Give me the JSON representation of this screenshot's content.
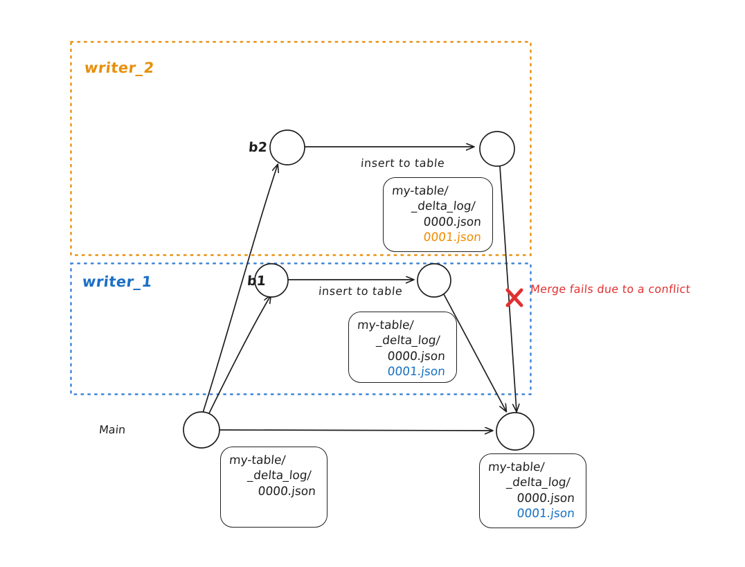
{
  "diagram": {
    "title_regions": [
      {
        "name": "writer_2",
        "label": "writer_2",
        "color": "#e8900c"
      },
      {
        "name": "writer_1",
        "label": "writer_1",
        "color": "#1b6fc4"
      }
    ],
    "branch_labels": {
      "b2": "b2",
      "b1": "b1",
      "main": "Main"
    },
    "edge_labels": {
      "insert_top": "insert to table",
      "insert_bottom": "insert to table"
    },
    "annotation": {
      "conflict_text": "Merge fails due to a conflict",
      "conflict_color": "#e03131",
      "cross_icon": "x-mark"
    },
    "file_boxes": [
      {
        "id": "writer2-files",
        "lines": [
          "my-table/",
          "_delta_log/",
          "0000.json",
          "0001.json"
        ],
        "highlight_line": "0001.json",
        "highlight_color": "#f08c00"
      },
      {
        "id": "writer1-files",
        "lines": [
          "my-table/",
          "_delta_log/",
          "0000.json",
          "0001.json"
        ],
        "highlight_line": "0001.json",
        "highlight_color": "#1971c2"
      },
      {
        "id": "main-files",
        "lines": [
          "my-table/",
          "_delta_log/",
          "0000.json",
          ""
        ],
        "highlight_line": "",
        "highlight_color": ""
      },
      {
        "id": "merge-files",
        "lines": [
          "my-table/",
          "_delta_log/",
          "0000.json",
          "0001.json"
        ],
        "highlight_line": "0001.json",
        "highlight_color": "#1971c2"
      }
    ]
  }
}
